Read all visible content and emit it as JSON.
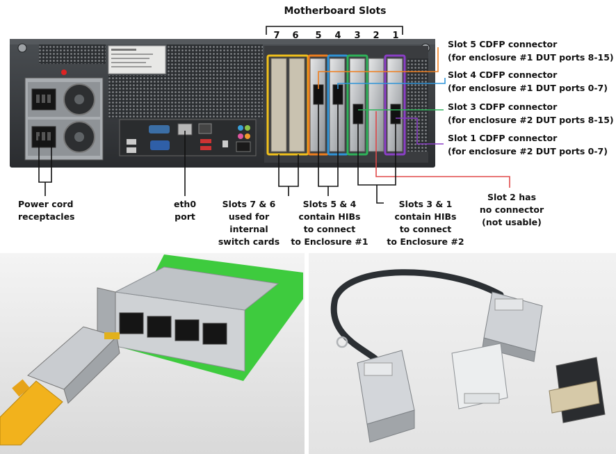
{
  "header": {
    "title": "Motherboard Slots"
  },
  "slot_numbers": [
    "7",
    "6",
    "5",
    "4",
    "3",
    "2",
    "1"
  ],
  "right_callouts": [
    {
      "line1": "Slot 5 CDFP connector",
      "line2": "(for enclosure #1 DUT ports 8-15)",
      "color": "#f07f1e"
    },
    {
      "line1": "Slot 4 CDFP connector",
      "line2": "(for enclosure #1 DUT ports 0-7)",
      "color": "#2f94d8"
    },
    {
      "line1": "Slot 3 CDFP connector",
      "line2": "(for enclosure #2 DUT ports 8-15)",
      "color": "#2fb35a"
    },
    {
      "line1": "Slot 1 CDFP connector",
      "line2": "(for enclosure #2 DUT ports 0-7)",
      "color": "#8b3fc7"
    }
  ],
  "bottom_labels": {
    "power": [
      "Power cord",
      "receptacles"
    ],
    "eth0": [
      "eth0",
      "port"
    ],
    "slots76": [
      "Slots 7 & 6",
      "used for",
      "internal",
      "switch cards"
    ],
    "slots54": [
      "Slots 5 & 4",
      "contain HIBs",
      "to connect",
      "to Enclosure #1"
    ],
    "slots31": [
      "Slots 3 & 1",
      "contain HIBs",
      "to connect",
      "to Enclosure #2"
    ],
    "slot2": [
      "Slot 2 has",
      "no connector",
      "(not usable)"
    ]
  },
  "colors": {
    "slot7_6": "#f3c21b",
    "slot5": "#f07f1e",
    "slot4": "#2f94d8",
    "slot3": "#2fb35a",
    "slot2": "#e04848",
    "slot1": "#8b3fc7",
    "chassis": "#3a3d40",
    "pcb": "#3ecb3e"
  }
}
